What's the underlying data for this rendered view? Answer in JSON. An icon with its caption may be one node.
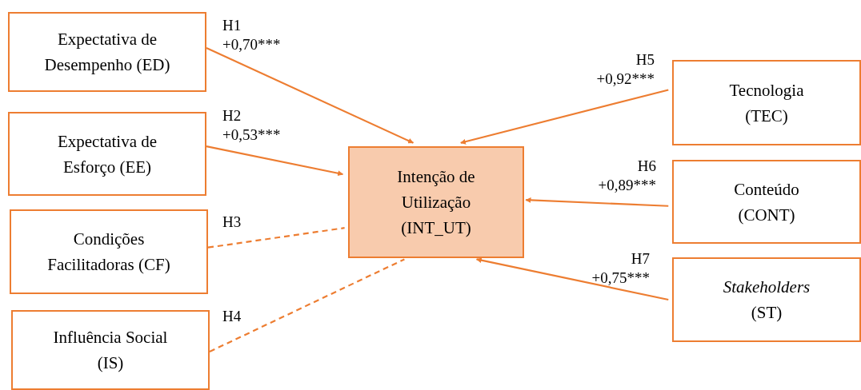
{
  "diagram": {
    "nodes": [
      {
        "text": [
          "Expectativa de Desempenho (ED)"
        ]
      },
      {
        "text": [
          "Expectativa de Esforço (EE)"
        ]
      },
      {
        "text": [
          "Condições Facilitadoras (CF)"
        ]
      },
      {
        "text": [
          "Influência Social (IS)"
        ]
      },
      {
        "text": [
          "Intenção de Utilização (INT_UT)"
        ]
      },
      {
        "text": [
          "Tecnologia (TEC)"
        ]
      },
      {
        "text": [
          "Conteúdo (CONT)"
        ]
      },
      {
        "text": [
          "*Stakeholders* (ST)"
        ]
      }
    ],
    "edges": [
      {
        "from": 0,
        "to": 4,
        "arrow": "to",
        "label": "H1 +0,70***"
      },
      {
        "from": 1,
        "to": 4,
        "arrow": "to",
        "label": "H2 +0,53***"
      },
      {
        "from": 2,
        "to": 4,
        "arrow": "none",
        "label": "H3",
        "style": "dashed"
      },
      {
        "from": 3,
        "to": 4,
        "arrow": "none",
        "label": "H4",
        "style": "dashed"
      },
      {
        "from": 5,
        "to": 4,
        "arrow": "to",
        "label": "H5 +0,92***"
      },
      {
        "from": 6,
        "to": 4,
        "arrow": "to",
        "label": "H6 +0,89***"
      },
      {
        "from": 7,
        "to": 4,
        "arrow": "to",
        "label": "H7 +0,75***"
      }
    ]
  }
}
